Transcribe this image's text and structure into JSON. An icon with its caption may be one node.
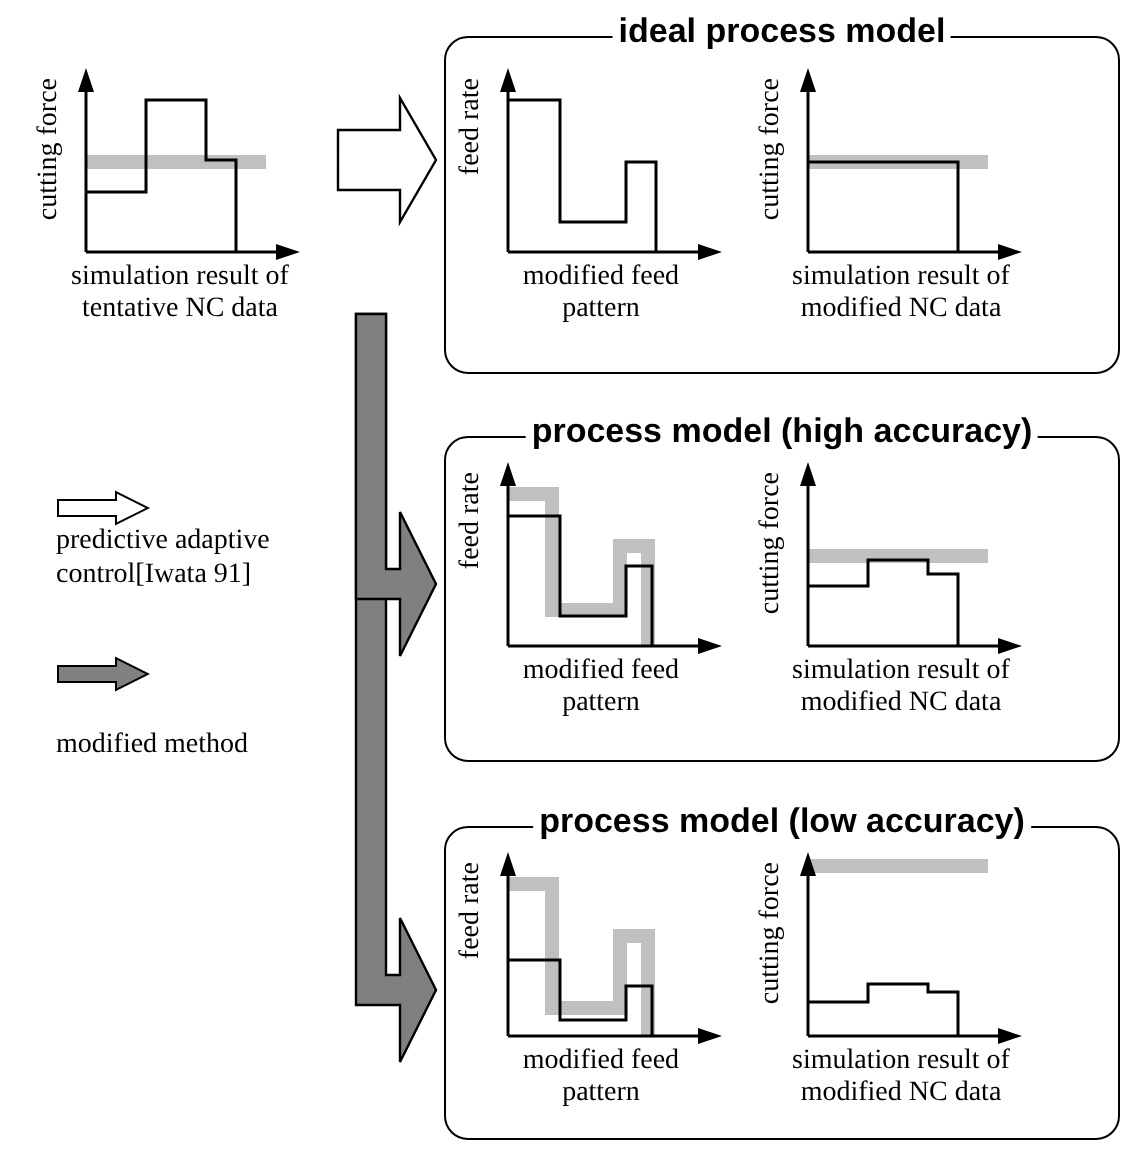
{
  "diagram": {
    "nodes": [
      {
        "text": [
          "cutting force"
        ],
        "beside": [
          "simulation result of tentative NC data"
        ]
      },
      {
        "text": [
          "ideal process model"
        ]
      },
      {
        "text": [
          "feed rate"
        ],
        "beside": [
          "modified feed pattern"
        ],
        "in": 1
      },
      {
        "text": [
          "cutting force"
        ],
        "beside": [
          "simulation result of modified NC data"
        ],
        "in": 1
      },
      {
        "text": [
          "process model (high accuracy)"
        ]
      },
      {
        "text": [
          "feed rate"
        ],
        "beside": [
          "modified feed pattern"
        ],
        "in": 4
      },
      {
        "text": [
          "cutting force"
        ],
        "beside": [
          "simulation result of modified NC data"
        ],
        "in": 4
      },
      {
        "text": [
          "process model (low accuracy)"
        ]
      },
      {
        "text": [
          "feed rate"
        ],
        "beside": [
          "modified feed pattern"
        ],
        "in": 7
      },
      {
        "text": [
          "cutting force"
        ],
        "beside": [
          "simulation result of modified NC data"
        ],
        "in": 7
      }
    ],
    "edges": [
      {
        "from": 0,
        "to": 1,
        "arrow": "to",
        "color": "#ffffff"
      },
      {
        "from": 0,
        "to": 4,
        "arrow": "to"
      },
      {
        "from": 0,
        "to": 7,
        "arrow": "to"
      }
    ],
    "legend": [
      {
        "text": "predictive adaptive control[Iwata 91]"
      },
      {
        "text": "modified method"
      }
    ]
  }
}
